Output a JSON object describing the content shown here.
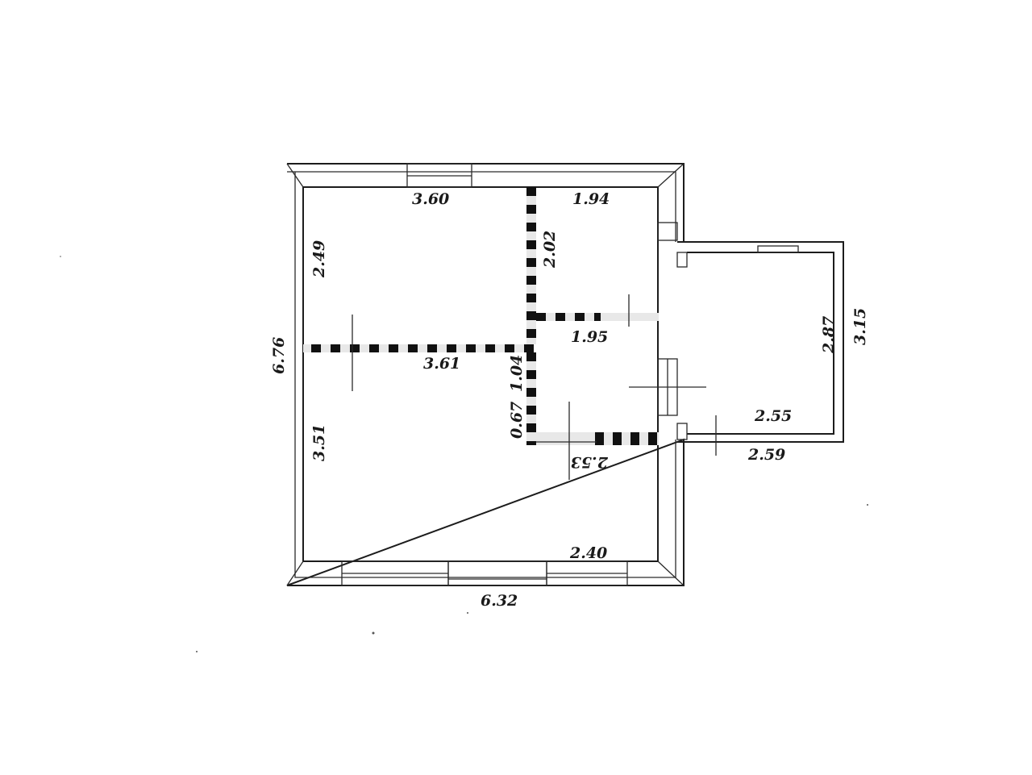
{
  "plan": {
    "dimensions": {
      "overall_width": "6.32",
      "overall_height": "6.76",
      "room1_width": "3.60",
      "room1_height": "2.49",
      "room2_width": "1.94",
      "room2_height": "2.02",
      "room3_width": "1.95",
      "room3_height_upper": "1.04",
      "room3_height_lower": "0.67",
      "room3_bottom": "2.53",
      "room4_width_top": "3.61",
      "room4_height": "3.51",
      "room4_width_bottom": "2.40",
      "annex_height_inner": "2.87",
      "annex_height_outer": "3.15",
      "annex_width_inner": "2.55",
      "annex_width_outer": "2.59"
    },
    "colors": {
      "wall": "#1c1c1c",
      "partition": "#111111",
      "paper": "#ffffff"
    }
  }
}
